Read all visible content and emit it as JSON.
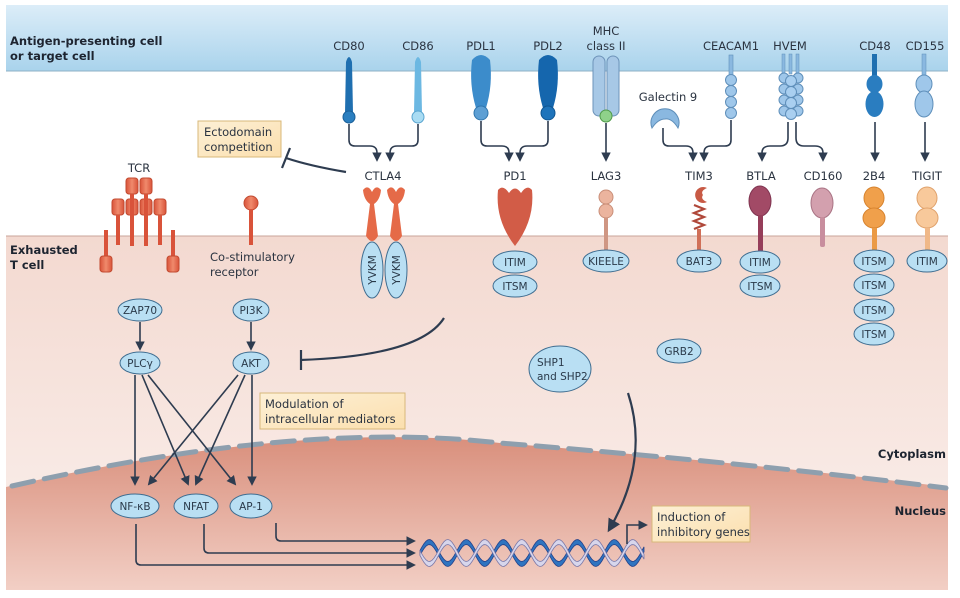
{
  "regions": {
    "apc_line1": "Antigen-presenting cell",
    "apc_line2": "or target cell",
    "tcell_line1": "Exhausted",
    "tcell_line2": "T cell",
    "cytoplasm": "Cytoplasm",
    "nucleus": "Nucleus"
  },
  "ligands": {
    "cd80": "CD80",
    "cd86": "CD86",
    "pdl1": "PDL1",
    "pdl2": "PDL2",
    "mhc_line1": "MHC",
    "mhc_line2": "class II",
    "galectin9": "Galectin 9",
    "ceacam1": "CEACAM1",
    "hvem": "HVEM",
    "cd48": "CD48",
    "cd155": "CD155"
  },
  "receptors": {
    "tcr": "TCR",
    "costim_line1": "Co-stimulatory",
    "costim_line2": "receptor",
    "ctla4": "CTLA4",
    "pd1": "PD1",
    "lag3": "LAG3",
    "tim3": "TIM3",
    "btla": "BTLA",
    "cd160": "CD160",
    "2b4": "2B4",
    "tigit": "TIGIT"
  },
  "motifs": {
    "yvkm": "YVKM",
    "itim": "ITIM",
    "itsm": "ITSM",
    "kieele": "KIEELE",
    "bat3": "BAT3"
  },
  "signaling": {
    "zap70": "ZAP70",
    "pi3k": "PI3K",
    "plcg": "PLCγ",
    "akt": "AKT",
    "shp_line1": "SHP1",
    "shp_line2": "and SHP2",
    "grb2": "GRB2",
    "nfkb": "NF-κB",
    "nfat": "NFAT",
    "ap1": "AP-1"
  },
  "callouts": {
    "ecto_line1": "Ectodomain",
    "ecto_line2": "competition",
    "mod_line1": "Modulation of",
    "mod_line2": "intracellular mediators",
    "ind_line1": "Induction of",
    "ind_line2": "inhibitory genes"
  },
  "colors": {
    "apc_band": "#bfe0f2",
    "tcell_cytoplasm": "#f6e0da",
    "nucleus": "#dc9e8c",
    "callout_box": "#fde9c4",
    "oval_fill": "#b9dff3",
    "arrow": "#2e3c50"
  }
}
